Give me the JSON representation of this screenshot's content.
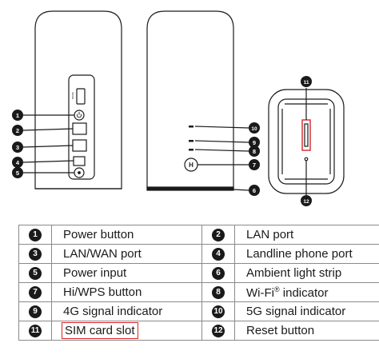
{
  "callouts": {
    "n1": "1",
    "n2": "2",
    "n3": "3",
    "n4": "4",
    "n5": "5",
    "n6": "6",
    "n7": "7",
    "n8": "8",
    "n9": "9",
    "n10": "10",
    "n11": "11",
    "n12": "12"
  },
  "back_panel": {
    "mode_label": "MODE"
  },
  "legend": {
    "rows": [
      {
        "left": {
          "num": "1",
          "label": "Power button"
        },
        "right": {
          "num": "2",
          "label": "LAN port"
        }
      },
      {
        "left": {
          "num": "3",
          "label": "LAN/WAN port"
        },
        "right": {
          "num": "4",
          "label": "Landline phone port"
        }
      },
      {
        "left": {
          "num": "5",
          "label": "Power input"
        },
        "right": {
          "num": "6",
          "label": "Ambient light strip"
        }
      },
      {
        "left": {
          "num": "7",
          "label": "Hi/WPS button"
        },
        "right": {
          "num": "8",
          "label": "Wi-Fi",
          "sup": "®",
          "label_tail": " indicator"
        }
      },
      {
        "left": {
          "num": "9",
          "label": "4G signal indicator"
        },
        "right": {
          "num": "10",
          "label": "5G signal indicator"
        }
      },
      {
        "left": {
          "num": "11",
          "label": "SIM card slot"
        },
        "right": {
          "num": "12",
          "label": "Reset button"
        }
      }
    ]
  },
  "colors": {
    "line": "#1a1a1a",
    "badge": "#1a1a1a",
    "highlight": "#d8232a"
  },
  "icons": [
    "power-icon",
    "hi-icon",
    "ambient-light-strip"
  ]
}
